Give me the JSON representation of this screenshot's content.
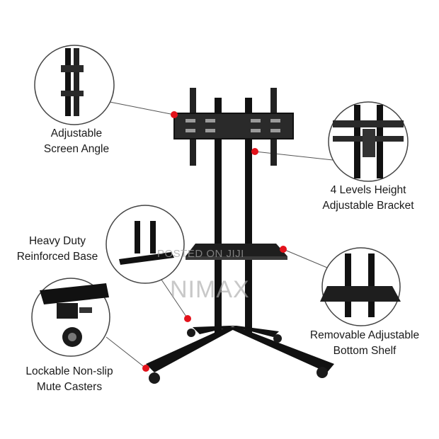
{
  "callouts": [
    {
      "id": "screen-angle",
      "lines": [
        "Adjustable",
        "Screen Angle"
      ]
    },
    {
      "id": "height-bracket",
      "lines": [
        "4 Levels Height",
        "Adjustable Bracket"
      ]
    },
    {
      "id": "base",
      "lines": [
        "Heavy Duty",
        "Reinforced Base"
      ]
    },
    {
      "id": "shelf",
      "lines": [
        "Removable Adjustable",
        "Bottom Shelf"
      ]
    },
    {
      "id": "casters",
      "lines": [
        "Lockable Non-slip",
        "Mute Casters"
      ]
    }
  ],
  "watermark": {
    "posted": "POSTED ON JIJI",
    "brand": "NIMAX"
  },
  "icons": [
    "stand-icon",
    "marker-dot-icon"
  ],
  "colors": {
    "background": "#ffffff",
    "metal": "#111111",
    "marker": "#e3121b",
    "text": "#1a1a1a"
  }
}
